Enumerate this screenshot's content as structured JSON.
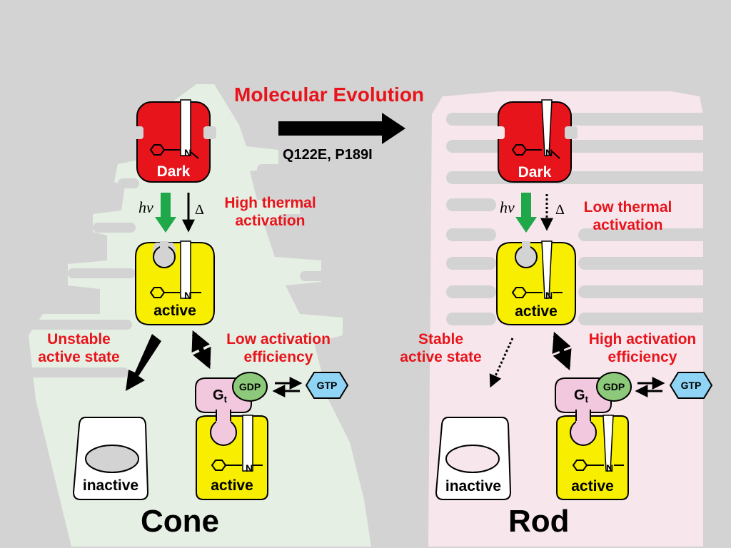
{
  "header": {
    "title": "Molecular Evolution",
    "mutations": "Q122E, P189I"
  },
  "colors": {
    "label_red": "#e8141b",
    "dark_state": "#e8141b",
    "active_state": "#f7ee00",
    "gt_protein": "#f2c8de",
    "gdp": "#8cc97a",
    "gtp": "#8fd3f5",
    "arrow_light": "#1fa84a"
  },
  "left_panel": {
    "title": "Cone",
    "dark_label": "Dark",
    "light_symbol": "hν",
    "thermal_symbol": "Δ",
    "thermal_label_line1": "High thermal",
    "thermal_label_line2": "activation",
    "active_label": "active",
    "stability_line1": "Unstable",
    "stability_line2": "active state",
    "efficiency_line1": "Low activation",
    "efficiency_line2": "efficiency",
    "gt_label": "G",
    "gt_sub": "t",
    "gdp_label": "GDP",
    "gtp_label": "GTP",
    "inactive_label": "inactive",
    "complex_label": "active"
  },
  "right_panel": {
    "title": "Rod",
    "dark_label": "Dark",
    "light_symbol": "hν",
    "thermal_symbol": "Δ",
    "thermal_label_line1": "Low thermal",
    "thermal_label_line2": "activation",
    "active_label": "active",
    "stability_line1": "Stable",
    "stability_line2": "active state",
    "efficiency_line1": "High activation",
    "efficiency_line2": "efficiency",
    "gt_label": "G",
    "gt_sub": "t",
    "gdp_label": "GDP",
    "gtp_label": "GTP",
    "inactive_label": "inactive",
    "complex_label": "active"
  }
}
